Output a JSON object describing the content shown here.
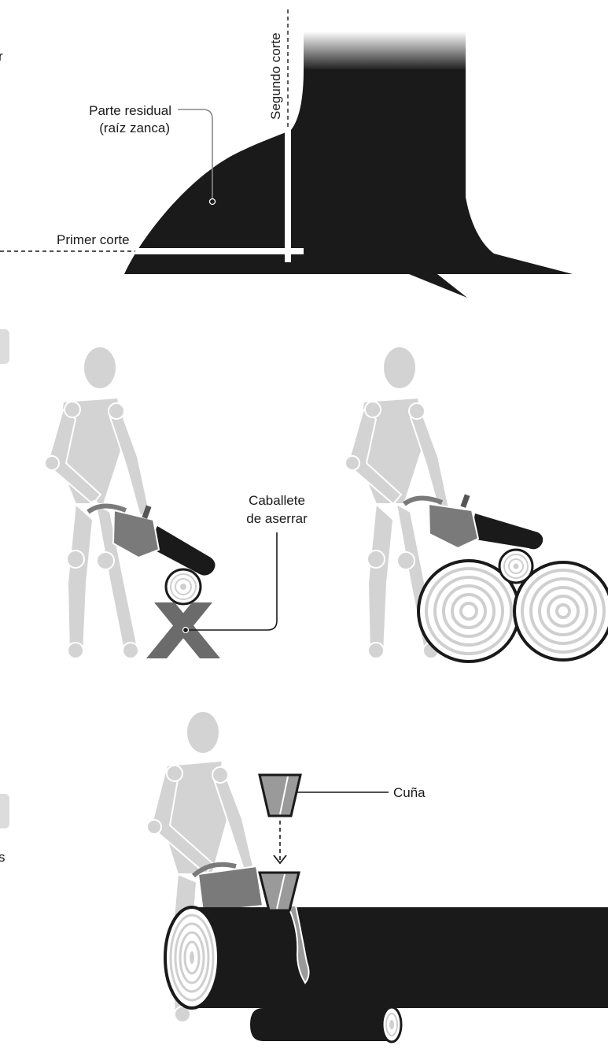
{
  "labels": {
    "segundo_corte": "Segundo corte",
    "parte_residual_1": "Parte residual",
    "parte_residual_2": "(raíz zanca)",
    "primer_corte": "Primer corte",
    "caballete_1": "Caballete",
    "caballete_2": "de aserrar",
    "cuna": "Cuña",
    "edge_left_r": "r",
    "edge_left_s": "s"
  },
  "colors": {
    "ink": "#1a1a1a",
    "figure": "#d3d3d3",
    "figure_outline": "#ffffff",
    "saw_body": "#7a7a7a",
    "saw_blade": "#555555",
    "sawhorse": "#6b6b6b",
    "log_rings": "#cfcfcf",
    "wedge": "#9a9a9a",
    "tab": "#dcdcdc"
  }
}
